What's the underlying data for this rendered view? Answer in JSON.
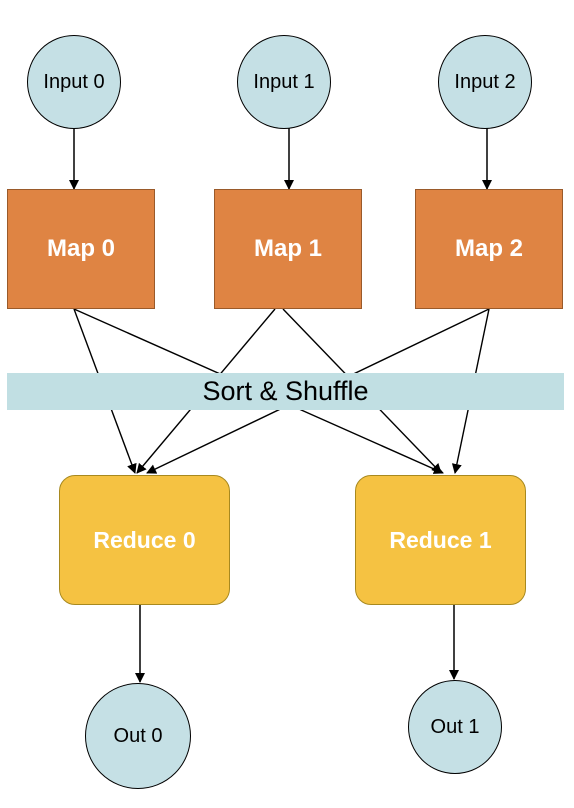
{
  "colors": {
    "input_fill": "#c5e0e5",
    "map_fill": "#df8443",
    "reduce_fill": "#f5c242",
    "band_fill": "#c1dfe3",
    "edge": "#000000"
  },
  "inputs": [
    {
      "label": "Input 0"
    },
    {
      "label": "Input 1"
    },
    {
      "label": "Input 2"
    }
  ],
  "maps": [
    {
      "label": "Map 0"
    },
    {
      "label": "Map 1"
    },
    {
      "label": "Map 2"
    }
  ],
  "band": {
    "label": "Sort & Shuffle"
  },
  "reduces": [
    {
      "label": "Reduce 0"
    },
    {
      "label": "Reduce 1"
    }
  ],
  "outputs": [
    {
      "label": "Out 0"
    },
    {
      "label": "Out 1"
    }
  ]
}
